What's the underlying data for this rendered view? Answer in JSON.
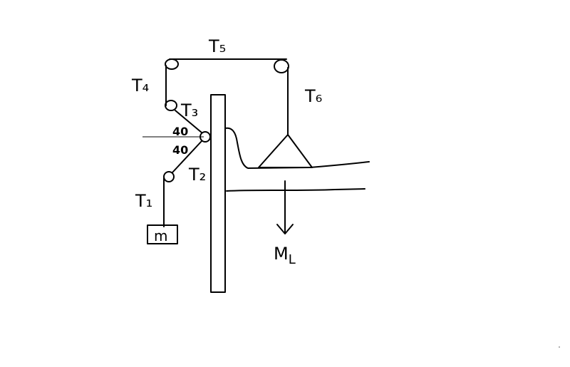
{
  "labels": {
    "t1": "T₁",
    "t2": "T₂",
    "t3": "T₃",
    "t4": "T₄",
    "t5": "T₅",
    "t6": "T₆",
    "angle_upper": "40",
    "angle_lower": "40",
    "mass": "m",
    "load": "M",
    "load_sub": "L"
  },
  "colors": {
    "ink": "#000000",
    "background": "#ffffff"
  }
}
